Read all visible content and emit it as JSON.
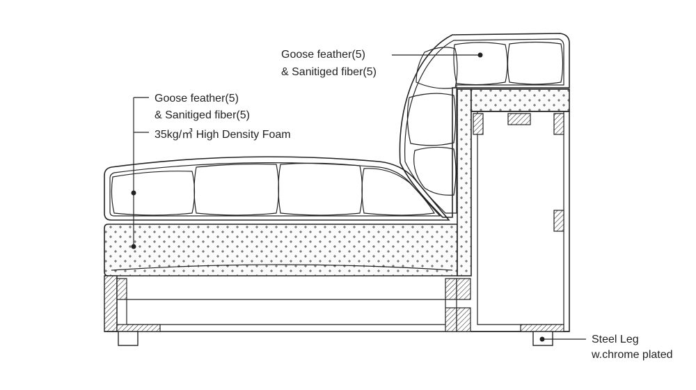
{
  "labels": {
    "back_cushion_line1": "Goose feather(5)",
    "back_cushion_line2": "& Sanitiged fiber(5)",
    "seat_cushion_line1": "Goose feather(5)",
    "seat_cushion_line2": "& Sanitiged fiber(5)",
    "foam": "35kg/㎥ High Density Foam",
    "leg_line1": "Steel Leg",
    "leg_line2": "w.chrome plated"
  },
  "colors": {
    "line": "#222222",
    "fill": "#ffffff",
    "foam_fill": "#fbfbfb",
    "hatch": "#222222"
  }
}
